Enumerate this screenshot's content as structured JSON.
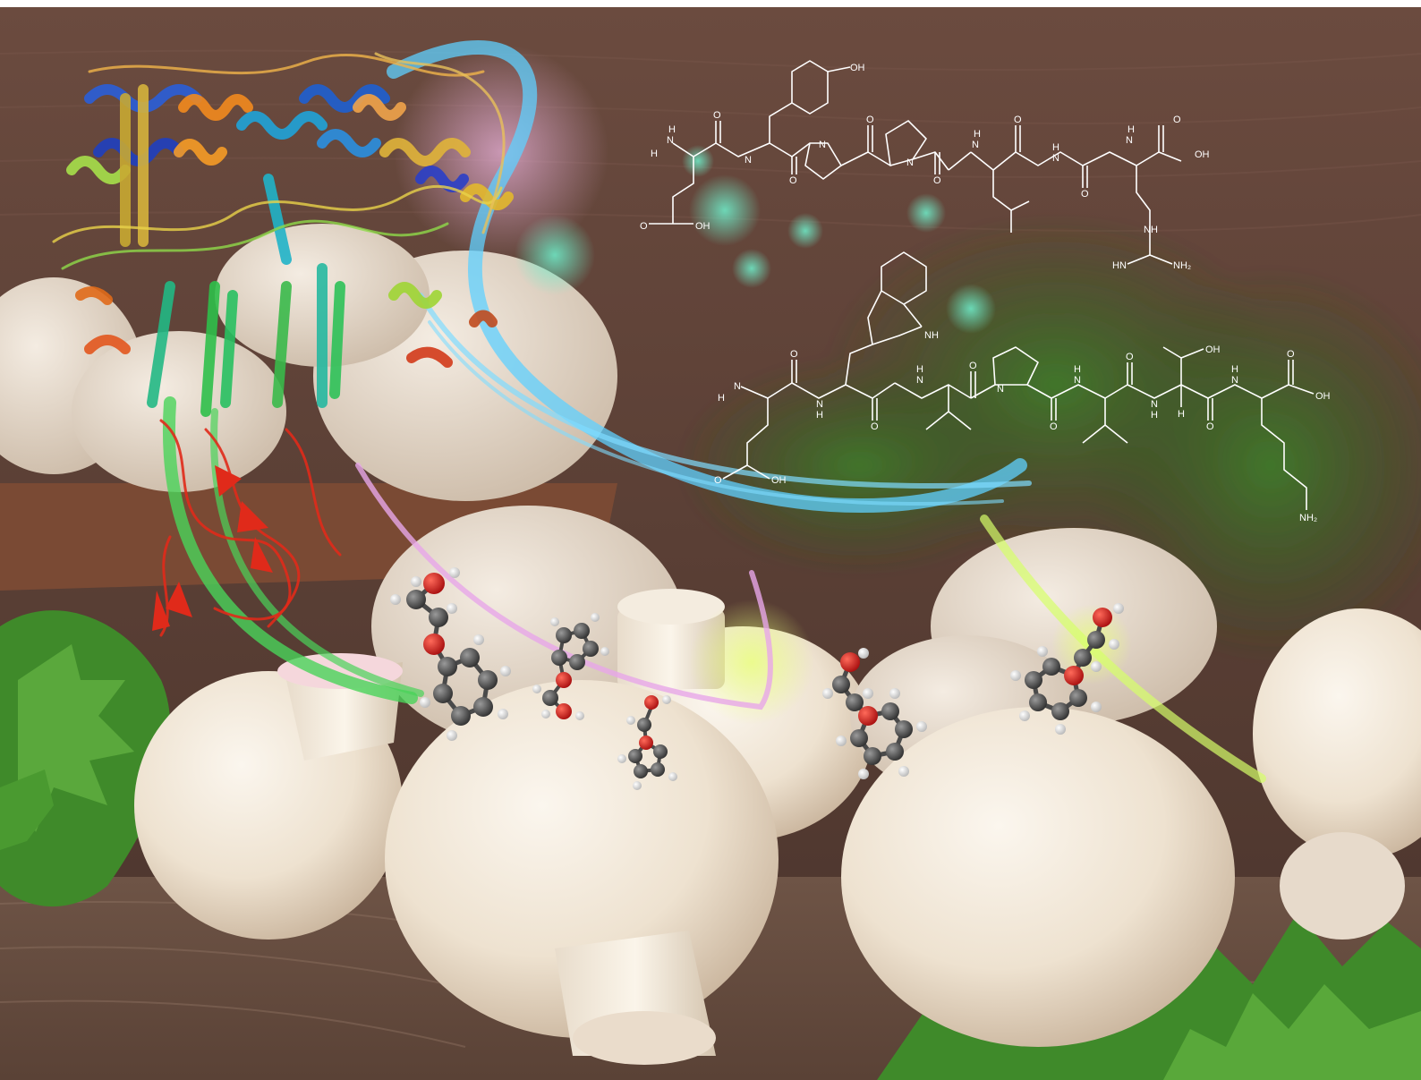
{
  "scene": {
    "background_color": "#5a4036",
    "peptide_1": {
      "atom_labels": {
        "h": "H",
        "n_amine": "N",
        "h_amine": "H",
        "o1": "O",
        "n1": "N",
        "o2": "O",
        "oh_tyr": "OH",
        "n_pro1": "N",
        "o3": "O",
        "n_pro2": "N",
        "o4": "O",
        "n2": "N",
        "h2": "H",
        "o5": "O",
        "n3": "N",
        "h3": "H",
        "o6": "O",
        "n4": "N",
        "h4": "H",
        "o7": "O",
        "oh_cooh": "OH",
        "o_glu": "O",
        "oh_glu": "OH",
        "nh_arg": "NH",
        "hn_arg": "HN",
        "nh2_arg": "NH₂"
      }
    },
    "peptide_2": {
      "atom_labels": {
        "n_amine": "N",
        "h_amine": "H",
        "o1": "O",
        "n1": "N",
        "h1": "H",
        "o2": "O",
        "nh_trp": "NH",
        "n2": "N",
        "h2": "H",
        "o3": "O",
        "n_pro": "N",
        "o4": "O",
        "n3": "N",
        "h3": "H",
        "o5": "O",
        "oh_thr": "OH",
        "n4": "N",
        "h4": "H",
        "h_alpha": "H",
        "o6": "O",
        "n5": "N",
        "h5": "H",
        "o7": "O",
        "oh_cooh": "OH",
        "o_glu": "O",
        "oh_glu": "OH",
        "nh2_lys": "NH₂"
      }
    }
  }
}
